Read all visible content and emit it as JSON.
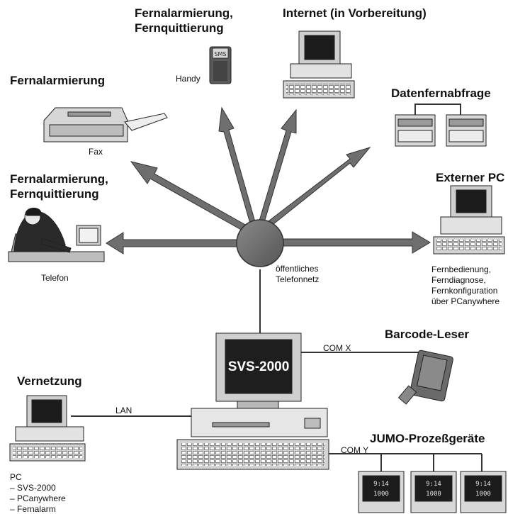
{
  "hub": {
    "label_line1": "öffentliches",
    "label_line2": "Telefonnetz"
  },
  "central": {
    "screen_text": "SVS-2000"
  },
  "nodes": {
    "handy": {
      "heading_line1": "Fernalarmierung,",
      "heading_line2": "Fernquittierung",
      "device_label": "Handy",
      "display_text": "SMS"
    },
    "internet": {
      "heading": "Internet (in Vorbereitung)"
    },
    "fax": {
      "heading": "Fernalarmierung",
      "device_label": "Fax"
    },
    "datenfernabfrage": {
      "heading": "Datenfernabfrage"
    },
    "telefon": {
      "heading_line1": "Fernalarmierung,",
      "heading_line2": "Fernquittierung",
      "device_label": "Telefon"
    },
    "externer_pc": {
      "heading": "Externer PC",
      "lines": [
        "Fernbedienung,",
        "Ferndiagnose,",
        "Fernkonfiguration",
        "über PCanywhere"
      ]
    },
    "barcode": {
      "heading": "Barcode-Leser",
      "port": "COM X"
    },
    "vernetzung": {
      "heading": "Vernetzung",
      "link_label": "LAN",
      "lines": [
        "PC",
        "– SVS-2000",
        "– PCanywhere",
        "– Fernalarm"
      ]
    },
    "jumo": {
      "heading": "JUMO-Prozeßgeräte",
      "port": "COM Y",
      "device_display_top": "9:14",
      "device_display_bottom": "1000"
    }
  }
}
